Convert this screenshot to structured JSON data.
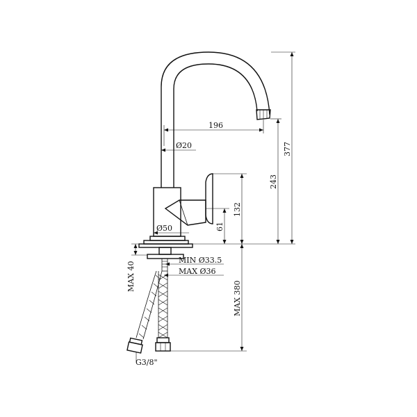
{
  "dimensions": {
    "reach": "196",
    "pipe_diameter": "Ø20",
    "base_diameter": "Ø50",
    "handle_top_height": "132",
    "handle_bottom_height": "61",
    "spout_outlet_height": "243",
    "total_height": "377",
    "max_counter_thickness": "MAX 40",
    "min_hole_diameter": "MIN Ø33.5",
    "max_hole_diameter": "MAX Ø36",
    "max_hose_length": "MAX 380",
    "hose_thread": "G3/8\""
  },
  "colors": {
    "ink": "#111111",
    "background": "#ffffff"
  }
}
